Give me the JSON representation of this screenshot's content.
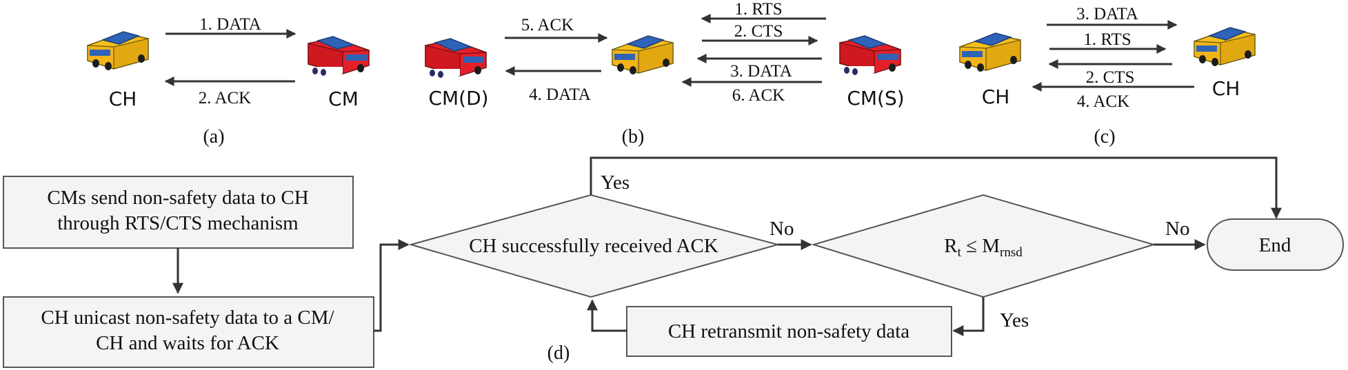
{
  "panel_a": {
    "caption": "(a)",
    "left_vehicle": "CH",
    "right_vehicle": "CM",
    "msg_top": "1. DATA",
    "msg_bottom": "2. ACK"
  },
  "panel_b": {
    "caption": "(b)",
    "left_vehicle": "CM(D)",
    "right_vehicle": "CM(S)",
    "left_msg_top": "5. ACK",
    "left_msg_bottom": "4. DATA",
    "right_msgs": [
      "1. RTS",
      "2. CTS",
      "3. DATA",
      "6. ACK"
    ]
  },
  "panel_c": {
    "caption": "(c)",
    "left_vehicle": "CH",
    "right_vehicle": "CH",
    "msgs": [
      "3. DATA",
      "1. RTS",
      "2. CTS",
      "4. ACK"
    ]
  },
  "flowchart": {
    "caption": "(d)",
    "box1_line1": "CMs send non-safety data to CH",
    "box1_line2": "through RTS/CTS mechanism",
    "box2_line1": "CH unicast non-safety data to a CM/",
    "box2_line2": "CH and waits for ACK",
    "decision1": "CH successfully received ACK",
    "decision2_R": "R",
    "decision2_R_sub": "t",
    "decision2_op": " ≤ M",
    "decision2_M_sub": "rnsd",
    "retransmit": "CH retransmit non-safety data",
    "end": "End",
    "yes_top": "Yes",
    "no_mid": "No",
    "no_end": "No",
    "yes_bottom": "Yes"
  },
  "colors": {
    "ch_body": "#f5bf1c",
    "cm_body": "#e3202a",
    "roof": "#2e63b8",
    "arrow": "#404040",
    "box_fill": "#f4f4f4",
    "box_stroke": "#555555"
  }
}
